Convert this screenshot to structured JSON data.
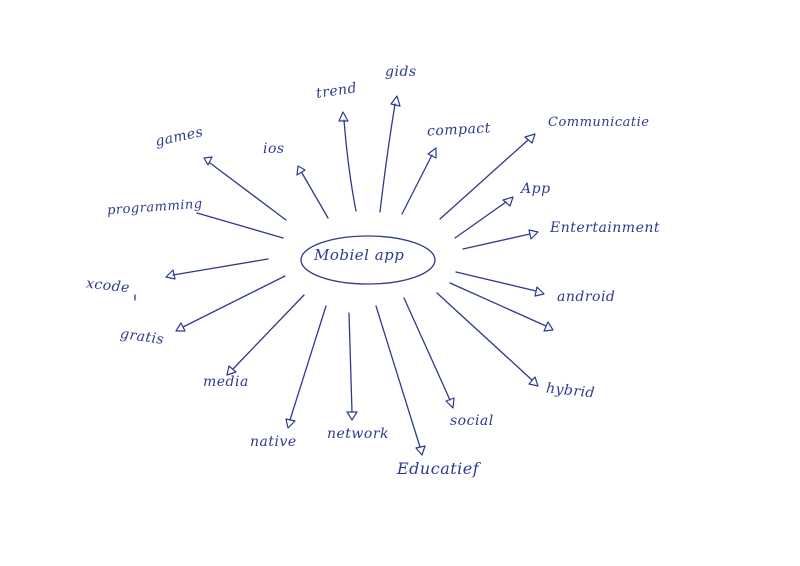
{
  "diagram": {
    "center_label": "Mobiel app",
    "ink_color": "#2f3a8f",
    "branches": [
      {
        "id": "games",
        "label": "games"
      },
      {
        "id": "ios",
        "label": "ios"
      },
      {
        "id": "trend",
        "label": "trend"
      },
      {
        "id": "gids",
        "label": "gids"
      },
      {
        "id": "compact",
        "label": "compact"
      },
      {
        "id": "communicatie",
        "label": "Communicatie"
      },
      {
        "id": "app",
        "label": "App"
      },
      {
        "id": "entertainment",
        "label": "Entertainment"
      },
      {
        "id": "android",
        "label": "android"
      },
      {
        "id": "hybrid",
        "label": "hybrid"
      },
      {
        "id": "social",
        "label": "social"
      },
      {
        "id": "educatief",
        "label": "Educatief"
      },
      {
        "id": "network",
        "label": "network"
      },
      {
        "id": "native",
        "label": "native"
      },
      {
        "id": "media",
        "label": "media"
      },
      {
        "id": "gratis",
        "label": "gratis"
      },
      {
        "id": "xcode",
        "label": "xcode"
      },
      {
        "id": "programming",
        "label": "programming"
      }
    ]
  }
}
